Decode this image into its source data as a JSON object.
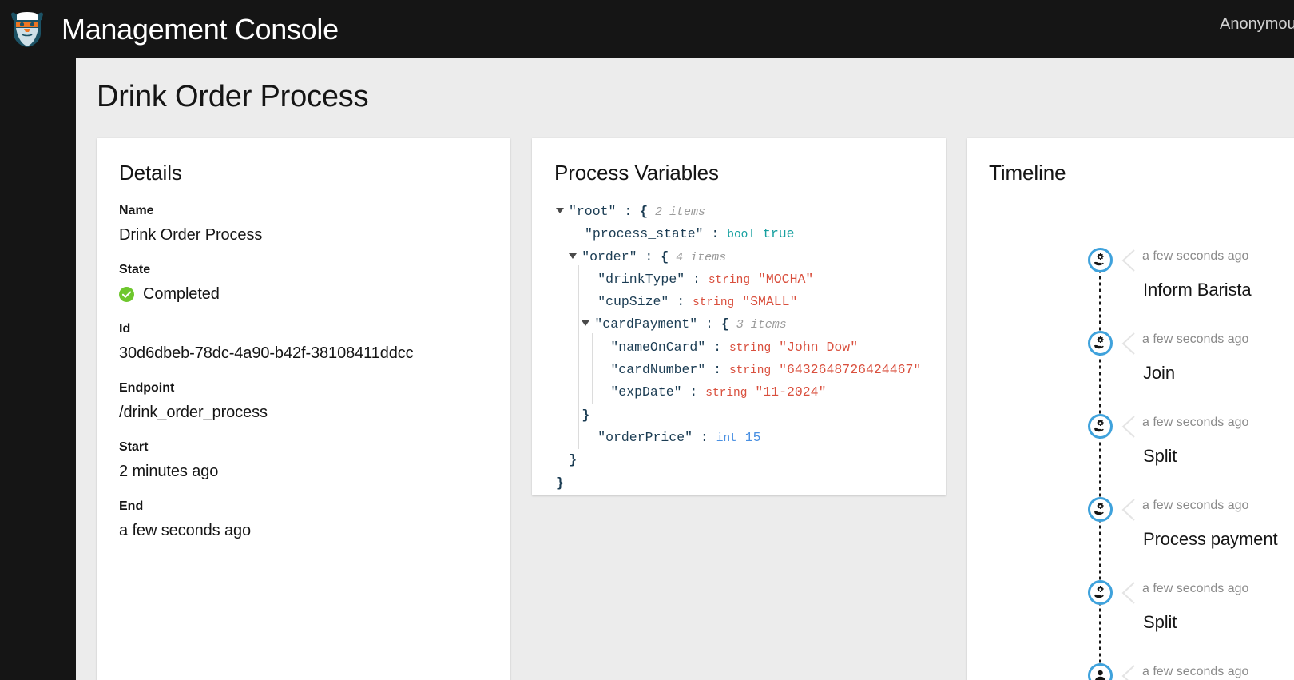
{
  "masthead": {
    "brand_title": "Management Console",
    "logo_name": "viking-mascot-logo",
    "user_label": "Anonymous"
  },
  "page": {
    "title": "Drink Order Process"
  },
  "details": {
    "card_title": "Details",
    "fields": [
      {
        "label": "Name",
        "value": "Drink Order Process"
      },
      {
        "label": "State",
        "value": "Completed",
        "icon": "check-circle-icon",
        "icon_color": "#6ec72d"
      },
      {
        "label": "Id",
        "value": "30d6dbeb-78dc-4a90-b42f-38108411ddcc"
      },
      {
        "label": "Endpoint",
        "value": "/drink_order_process"
      },
      {
        "label": "Start",
        "value": "2 minutes ago"
      },
      {
        "label": "End",
        "value": "a few seconds ago"
      }
    ]
  },
  "process_variables": {
    "card_title": "Process Variables",
    "rows": [
      {
        "indent": 0,
        "caret": true,
        "key": "\"root\"",
        "colon": " : ",
        "brace": "{",
        "count": "2 items"
      },
      {
        "indent": 1,
        "caret": false,
        "key": "\"process_state\"",
        "colon": " : ",
        "type": "bool",
        "type_class": "bool",
        "value": "true"
      },
      {
        "indent": 1,
        "caret": true,
        "key": "\"order\"",
        "colon": " : ",
        "brace": "{",
        "count": "4 items"
      },
      {
        "indent": 2,
        "caret": false,
        "key": "\"drinkType\"",
        "colon": " : ",
        "type": "string",
        "type_class": "string",
        "value": "\"MOCHA\""
      },
      {
        "indent": 2,
        "caret": false,
        "key": "\"cupSize\"",
        "colon": " : ",
        "type": "string",
        "type_class": "string",
        "value": "\"SMALL\""
      },
      {
        "indent": 2,
        "caret": true,
        "key": "\"cardPayment\"",
        "colon": " : ",
        "brace": "{",
        "count": "3 items"
      },
      {
        "indent": 3,
        "caret": false,
        "key": "\"nameOnCard\"",
        "colon": " : ",
        "type": "string",
        "type_class": "string",
        "value": "\"John Dow\""
      },
      {
        "indent": 3,
        "caret": false,
        "key": "\"cardNumber\"",
        "colon": " : ",
        "type": "string",
        "type_class": "string",
        "value": "\"6432648726424467\""
      },
      {
        "indent": 3,
        "caret": false,
        "key": "\"expDate\"",
        "colon": " : ",
        "type": "string",
        "type_class": "string",
        "value": "\"11-2024\""
      },
      {
        "indent": 2,
        "caret": false,
        "close": "}"
      },
      {
        "indent": 2,
        "caret": false,
        "key": "\"orderPrice\"",
        "colon": " : ",
        "type": "int",
        "type_class": "int",
        "value": "15"
      },
      {
        "indent": 1,
        "caret": false,
        "close": "}"
      },
      {
        "indent": 0,
        "caret": false,
        "close": "}"
      }
    ]
  },
  "timeline": {
    "card_title": "Timeline",
    "items": [
      {
        "time": "a few seconds ago",
        "label": "Inform Barista",
        "icon": "service-task-gear-hand-icon"
      },
      {
        "time": "a few seconds ago",
        "label": "Join",
        "icon": "service-task-gear-hand-icon"
      },
      {
        "time": "a few seconds ago",
        "label": "Split",
        "icon": "service-task-gear-hand-icon"
      },
      {
        "time": "a few seconds ago",
        "label": "Process payment",
        "icon": "service-task-gear-hand-icon"
      },
      {
        "time": "a few seconds ago",
        "label": "Split",
        "icon": "service-task-gear-hand-icon"
      },
      {
        "time": "a few seconds ago",
        "label": "",
        "icon": "user-task-person-icon"
      }
    ],
    "accent_color": "#3fa2dc"
  }
}
